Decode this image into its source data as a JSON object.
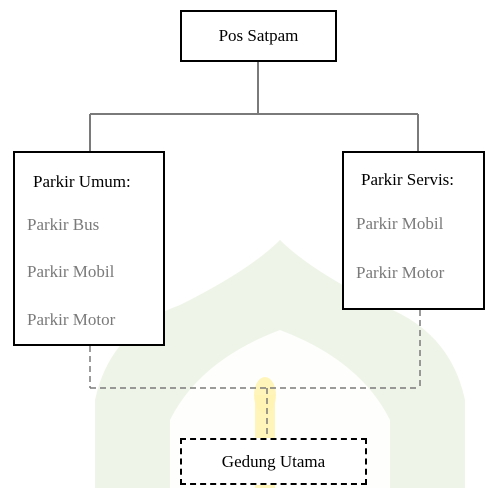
{
  "colors": {
    "watermark": "#e7f0dd",
    "watermark_accent": "#fff4b3",
    "connector_solid": "#7a7a7a",
    "connector_dashed": "#7a7a7a",
    "item_text": "#7a7a7a"
  },
  "top_box": {
    "label": "Pos Satpam"
  },
  "left_box": {
    "title": "Parkir Umum:",
    "items": [
      "Parkir Bus",
      "Parkir Mobil",
      "Parkir Motor"
    ]
  },
  "right_box": {
    "title": "Parkir Servis:",
    "items": [
      "Parkir Mobil",
      "Parkir Motor"
    ]
  },
  "bottom_box": {
    "label": "Gedung Utama"
  }
}
